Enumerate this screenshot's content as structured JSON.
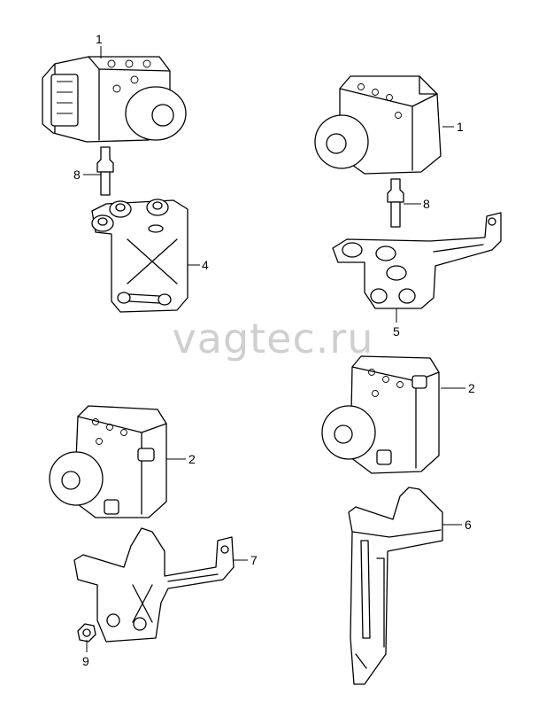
{
  "watermark": "vagtec.ru",
  "colors": {
    "line": "#000000",
    "watermark": "#cfcfcf",
    "background": "#ffffff"
  },
  "callouts": {
    "a": "1",
    "b": "1",
    "c": "8",
    "d": "8",
    "e": "4",
    "f": "5",
    "g": "2",
    "h": "2",
    "i": "7",
    "j": "6",
    "k": "9"
  }
}
